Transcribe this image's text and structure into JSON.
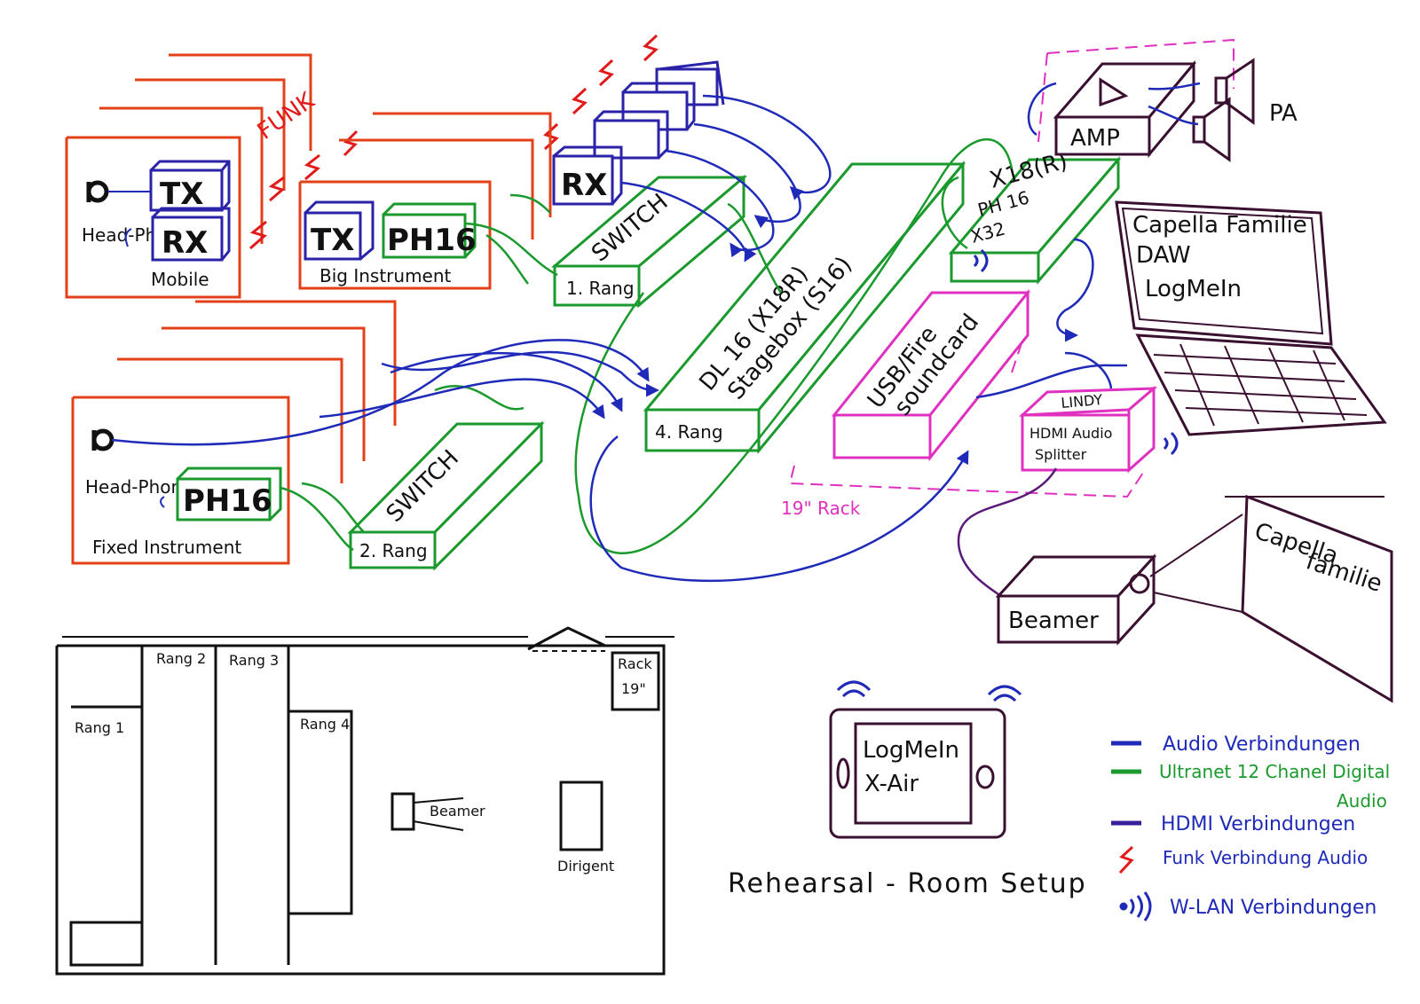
{
  "title": "Rehearsal - Room Setup",
  "colors": {
    "audio": "#1f2ab8",
    "ultranet": "#1a9a2c",
    "hdmi": "#5a1a7a",
    "funk": "#e31a1a",
    "wlan": "#1f2ab8",
    "instrument_box": "#e3401a",
    "rack": "#e030c0",
    "device": "#3a1030"
  },
  "devices": {
    "tx_mobile": "TX",
    "rx_mobile": "RX",
    "headphone_mobile": "Head-Phone",
    "mobile": "Mobile",
    "funk_label": "FUNK",
    "tx_big": "TX",
    "ph16_big": "PH16",
    "big_instrument": "Big Instrument",
    "rx_main": "RX",
    "switch_1": "SWITCH",
    "rang_1": "1. Rang",
    "headphone_fixed": "Head-Phone",
    "ph16_fixed": "PH16",
    "fixed_instrument": "Fixed Instrument",
    "switch_2": "SWITCH",
    "rang_2": "2. Rang",
    "stagebox_line1": "DL 16 (X18R)",
    "stagebox_line2": "Stagebox (S16)",
    "rang_4": "4. Rang",
    "mixer_line1": "X18(R)",
    "mixer_line2": "PH 16",
    "mixer_line3": "X32",
    "soundcard_line1": "USB/Fire",
    "soundcard_line2": "soundcard",
    "rack_label": "19\" Rack",
    "amp": "AMP",
    "pa": "PA",
    "laptop_line1": "Capella Familie",
    "laptop_line2": "DAW",
    "laptop_line3": "LogMeIn",
    "lindy": "LINDY",
    "splitter_line1": "HDMI Audio",
    "splitter_line2": "Splitter",
    "beamer": "Beamer",
    "screen_line1": "Capella",
    "screen_line2": "familie",
    "tablet_line1": "LogMeIn",
    "tablet_line2": "X-Air"
  },
  "floorplan": {
    "rang1": "Rang 1",
    "rang2": "Rang 2",
    "rang3": "Rang 3",
    "rang4": "Rang 4",
    "rack": "Rack",
    "rack_size": "19\"",
    "beamer": "Beamer",
    "dirigent": "Dirigent"
  },
  "legend": [
    {
      "key": "audio",
      "label": "Audio Verbindungen",
      "style": "line"
    },
    {
      "key": "ultranet",
      "label": "Ultranet 12 Chanel Digital",
      "label2": "Audio",
      "style": "line"
    },
    {
      "key": "hdmi",
      "label": "HDMI Verbindungen",
      "style": "line"
    },
    {
      "key": "funk",
      "label": "Funk Verbindung Audio",
      "style": "bolt"
    },
    {
      "key": "wlan",
      "label": "W-LAN Verbindungen",
      "style": "wave"
    }
  ]
}
